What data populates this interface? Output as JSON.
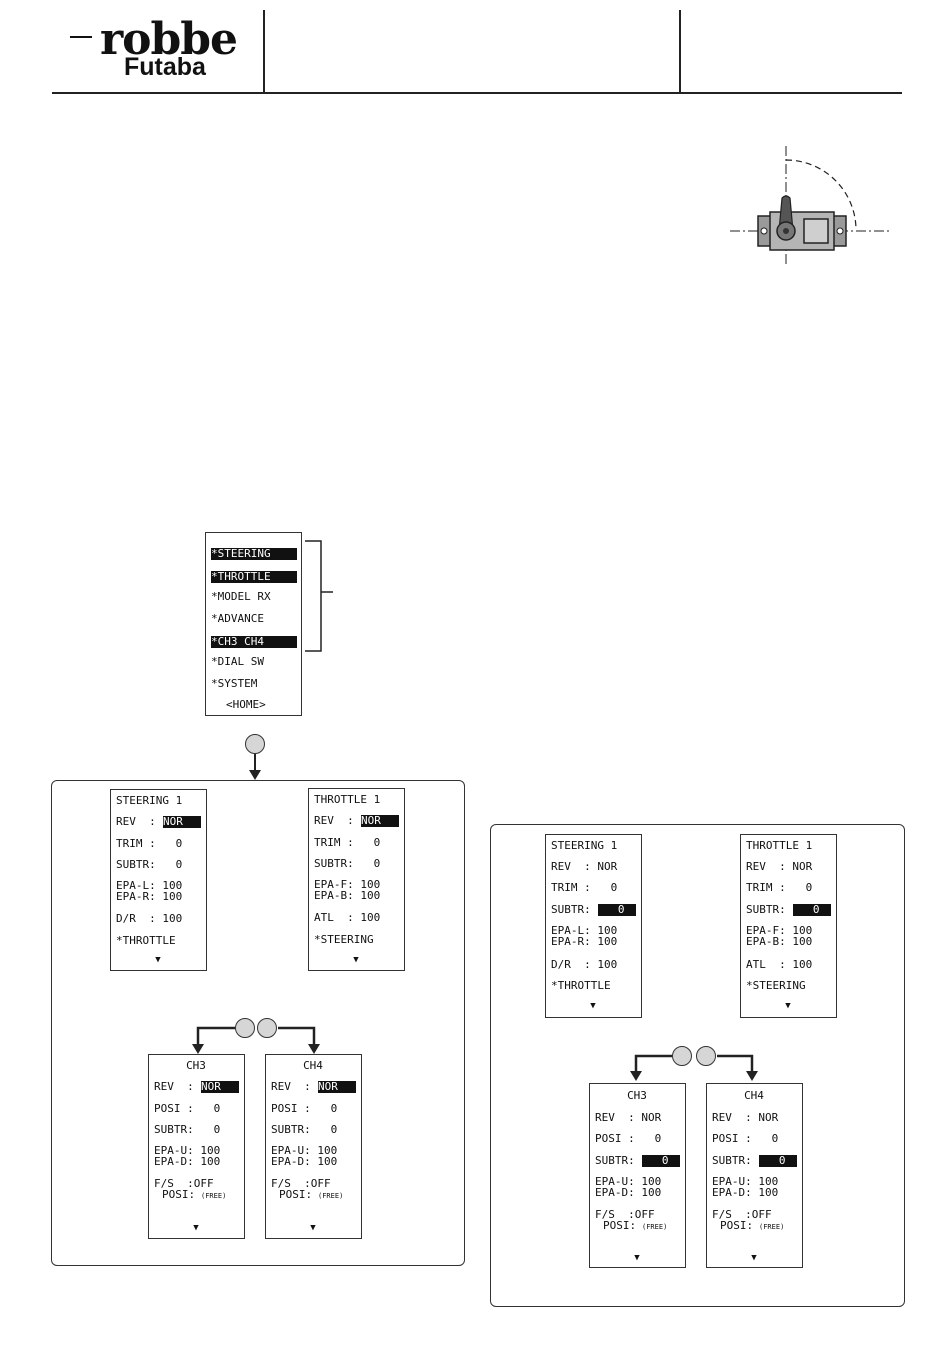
{
  "header": {
    "brand_line1": "robbe",
    "brand_line2": "Futaba"
  },
  "menu": {
    "items": [
      "*STEERING",
      "*THROTTLE",
      "*MODEL RX",
      "*ADVANCE",
      "*CH3 CH4",
      "*DIAL SW",
      "*SYSTEM"
    ],
    "home": "<HOME>"
  },
  "left_panel": {
    "steering": {
      "title": "STEERING 1",
      "rev_label": "REV  :",
      "rev_value": "NOR",
      "trim": "TRIM :   0",
      "subtr": "SUBTR:   0",
      "epa1": "EPA-L: 100",
      "epa2": "EPA-R: 100",
      "last_val": "D/R  : 100",
      "link": "*THROTTLE",
      "arrow": "▼"
    },
    "throttle": {
      "title": "THROTTLE 1",
      "rev_label": "REV  :",
      "rev_value": "NOR",
      "trim": "TRIM :   0",
      "subtr": "SUBTR:   0",
      "epa1": "EPA-F: 100",
      "epa2": "EPA-B: 100",
      "last_val": "ATL  : 100",
      "link": "*STEERING",
      "arrow": "▼"
    },
    "ch3": {
      "title": "CH3",
      "rev_label": "REV  :",
      "rev_value": "NOR",
      "posi": "POSI :   0",
      "subtr": "SUBTR:   0",
      "epa1": "EPA-U: 100",
      "epa2": "EPA-D: 100",
      "fs": "F/S  :OFF",
      "fs_posi": "POSI:",
      "free": "(FREE)",
      "arrow": "▼"
    },
    "ch4": {
      "title": "CH4",
      "rev_label": "REV  :",
      "rev_value": "NOR",
      "posi": "POSI :   0",
      "subtr": "SUBTR:   0",
      "epa1": "EPA-U: 100",
      "epa2": "EPA-D: 100",
      "fs": "F/S  :OFF",
      "fs_posi": "POSI:",
      "free": "(FREE)",
      "arrow": "▼"
    }
  },
  "right_panel": {
    "steering": {
      "title": "STEERING 1",
      "rev": "REV  : NOR",
      "trim": "TRIM :   0",
      "subtr_label": "SUBTR:",
      "subtr_value": "   0",
      "epa1": "EPA-L: 100",
      "epa2": "EPA-R: 100",
      "last_val": "D/R  : 100",
      "link": "*THROTTLE",
      "arrow": "▼"
    },
    "throttle": {
      "title": "THROTTLE 1",
      "rev": "REV  : NOR",
      "trim": "TRIM :   0",
      "subtr_label": "SUBTR:",
      "subtr_value": "   0",
      "epa1": "EPA-F: 100",
      "epa2": "EPA-B: 100",
      "last_val": "ATL  : 100",
      "link": "*STEERING",
      "arrow": "▼"
    },
    "ch3": {
      "title": "CH3",
      "rev": "REV  : NOR",
      "posi": "POSI :   0",
      "subtr_label": "SUBTR:",
      "subtr_value": "   0",
      "epa1": "EPA-U: 100",
      "epa2": "EPA-D: 100",
      "fs": "F/S  :OFF",
      "fs_posi": "POSI:",
      "free": "(FREE)",
      "arrow": "▼"
    },
    "ch4": {
      "title": "CH4",
      "rev": "REV  : NOR",
      "posi": "POSI :   0",
      "subtr_label": "SUBTR:",
      "subtr_value": "   0",
      "epa1": "EPA-U: 100",
      "epa2": "EPA-D: 100",
      "fs": "F/S  :OFF",
      "fs_posi": "POSI:",
      "free": "(FREE)",
      "arrow": "▼"
    }
  }
}
